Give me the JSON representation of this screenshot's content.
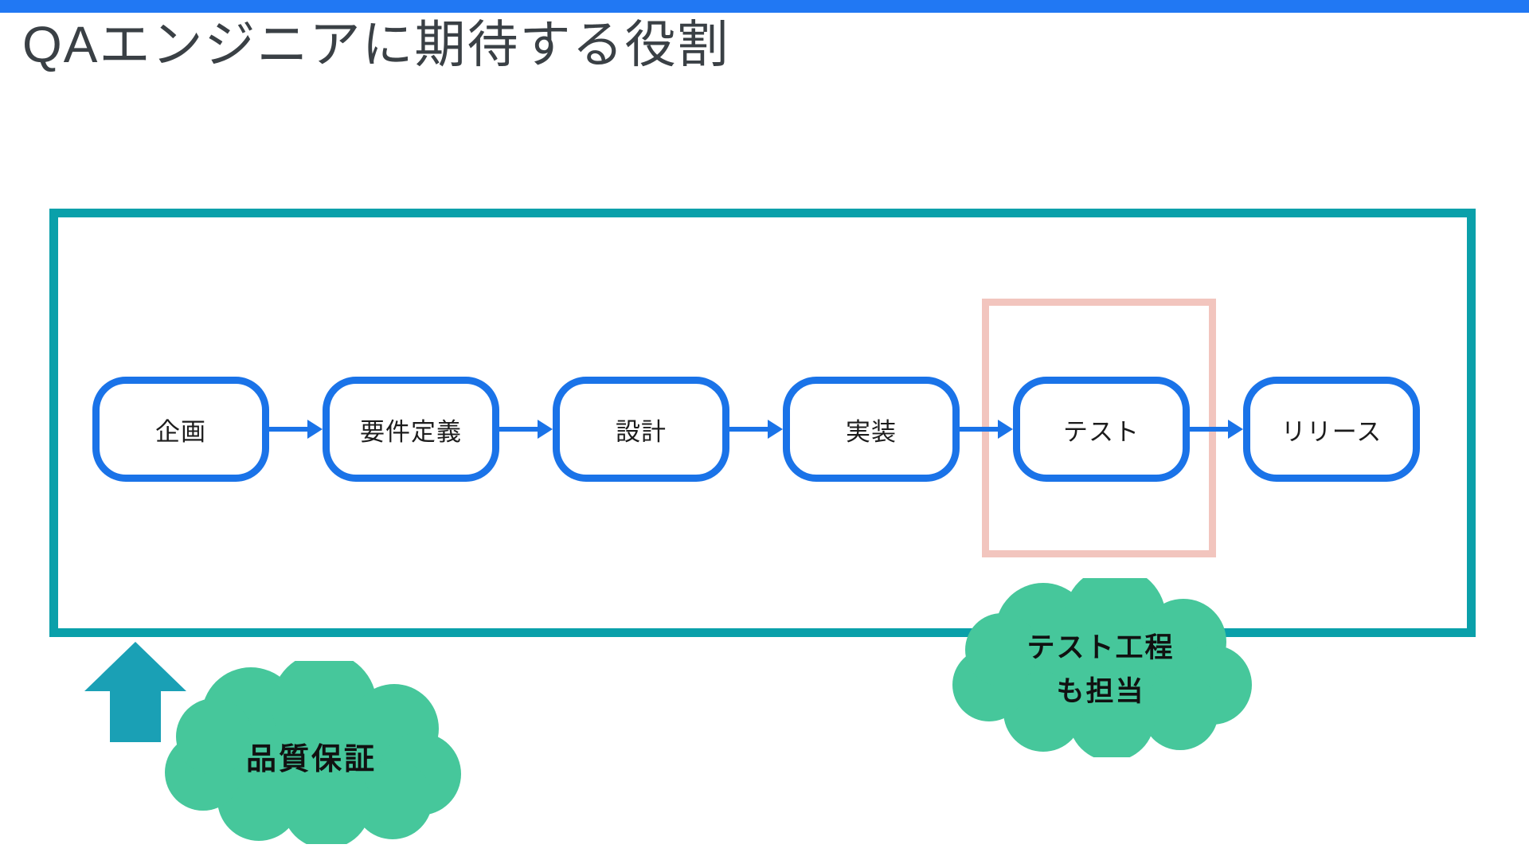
{
  "slide": {
    "title": "QAエンジニアに期待する役割"
  },
  "colors": {
    "header_bar": "#2178F3",
    "stage_border_blue": "#1A73E8",
    "container_border_teal": "#0AA0AA",
    "highlight_border_pink": "#F2C5BE",
    "cloud_fill_green": "#46C79B",
    "up_arrow_teal": "#1AA0B5",
    "title_text": "#3A4045",
    "stage_text": "#1C1C1C"
  },
  "flow": {
    "stages": [
      {
        "label": "企画"
      },
      {
        "label": "要件定義"
      },
      {
        "label": "設計"
      },
      {
        "label": "実装"
      },
      {
        "label": "テスト"
      },
      {
        "label": "リリース"
      }
    ],
    "highlighted_stage": "テスト"
  },
  "annotations": {
    "qa_cloud": {
      "label": "品質保証"
    },
    "test_cloud": {
      "line1": "テスト工程",
      "line2": "も担当"
    }
  }
}
